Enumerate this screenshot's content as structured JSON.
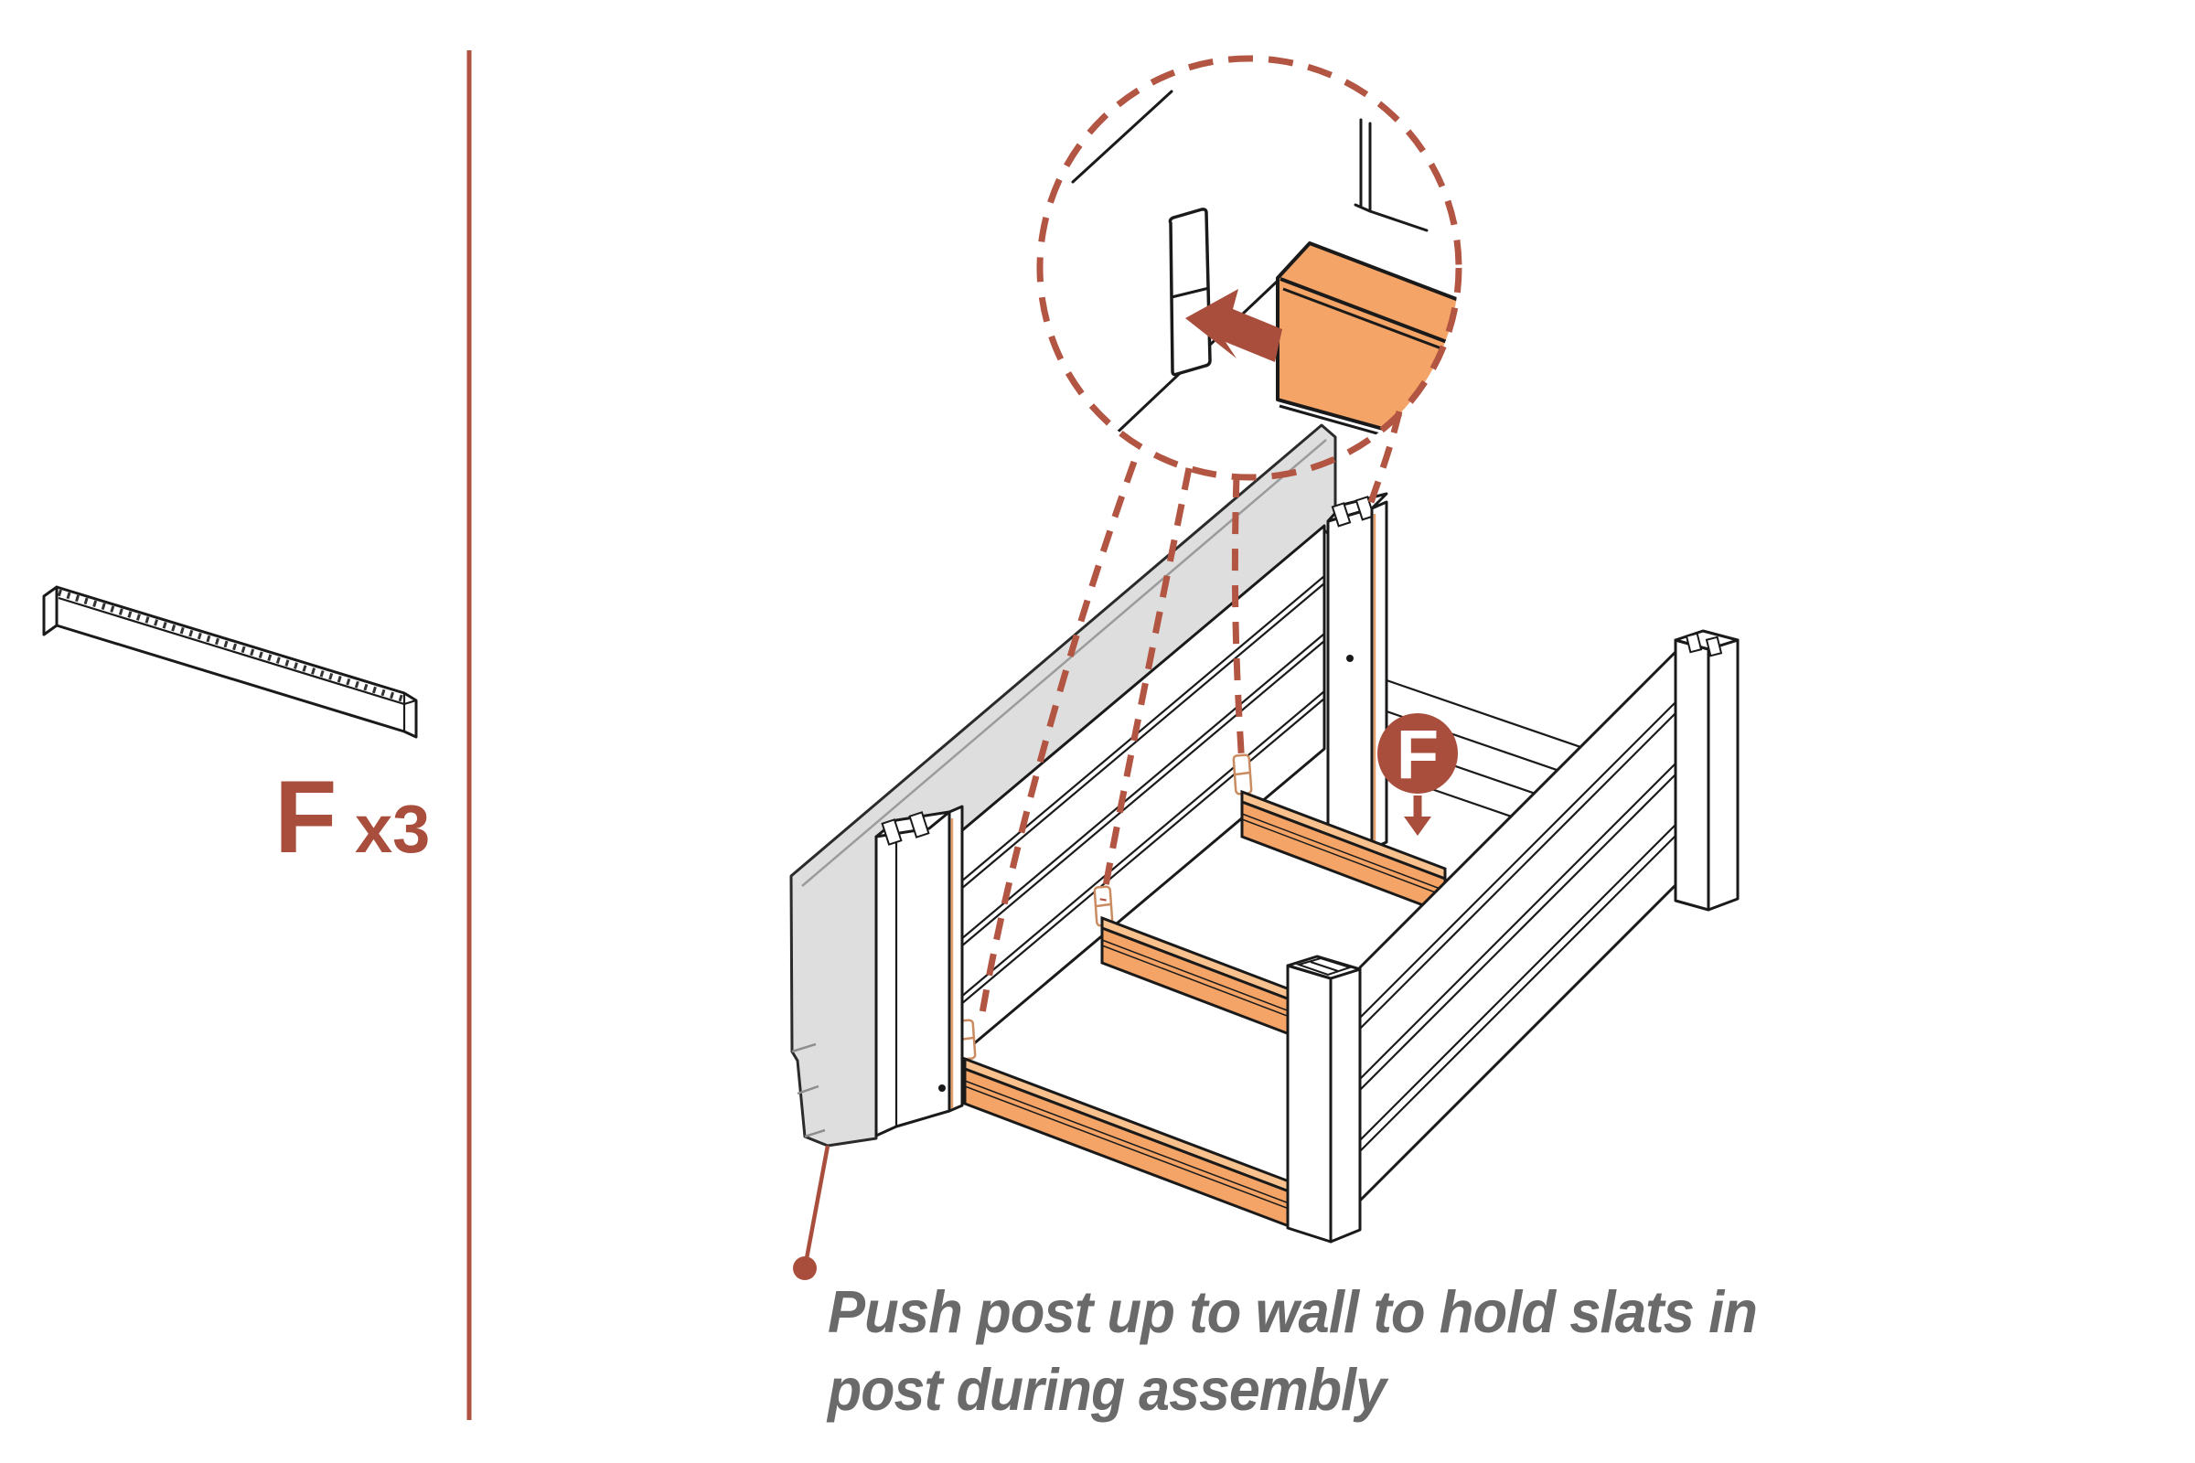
{
  "palette": {
    "accent_rust": "#A94E3C",
    "dash_rust": "#B25543",
    "orange_fill": "#F4A466",
    "orange_light": "#F8C18E",
    "wall_gray": "#DEDEDE",
    "outline_black": "#1a1a1a",
    "caption_gray": "#6A6A6A",
    "slot_stroke": "#C98B5F"
  },
  "parts_panel": {
    "part_label": "F",
    "quantity_label": "x3",
    "part_icon": "slat-bar-3d"
  },
  "diagram": {
    "badge_letter": "F",
    "icons": [
      "push-arrow-icon",
      "down-arrow-icon",
      "leader-dot"
    ],
    "orange_slat_count": 3,
    "dashed_leader_count": 4
  },
  "caption": {
    "line1": "Push post up to wall to hold slats in",
    "line2": "post during assembly"
  }
}
